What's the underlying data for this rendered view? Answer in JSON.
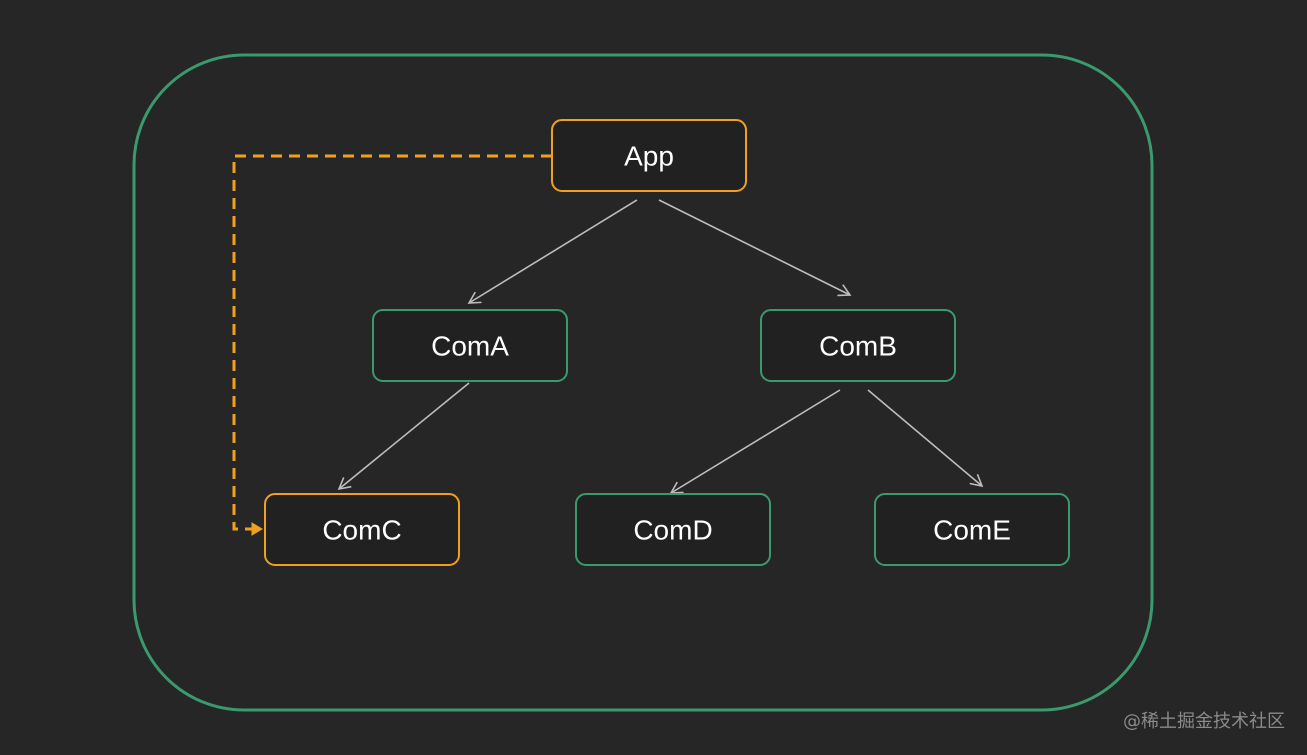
{
  "colors": {
    "background": "#262626",
    "container_border": "#3a9a6e",
    "node_fill": "#212121",
    "green_node_border": "#3a9a6e",
    "orange_node_border": "#f0a020",
    "edge": "#bdbdbd",
    "dashed_edge": "#f0a020",
    "text": "#ffffff",
    "watermark": "#8a8a8a"
  },
  "nodes": {
    "app": {
      "label": "App",
      "border": "orange"
    },
    "coma": {
      "label": "ComA",
      "border": "green"
    },
    "comb": {
      "label": "ComB",
      "border": "green"
    },
    "comc": {
      "label": "ComC",
      "border": "orange"
    },
    "comd": {
      "label": "ComD",
      "border": "green"
    },
    "come": {
      "label": "ComE",
      "border": "green"
    }
  },
  "edges": [
    {
      "from": "App",
      "to": "ComA",
      "style": "solid"
    },
    {
      "from": "App",
      "to": "ComB",
      "style": "solid"
    },
    {
      "from": "ComA",
      "to": "ComC",
      "style": "solid"
    },
    {
      "from": "ComB",
      "to": "ComD",
      "style": "solid"
    },
    {
      "from": "ComB",
      "to": "ComE",
      "style": "solid"
    },
    {
      "from": "App",
      "to": "ComC",
      "style": "dashed"
    }
  ],
  "watermark": "@稀土掘金技术社区"
}
